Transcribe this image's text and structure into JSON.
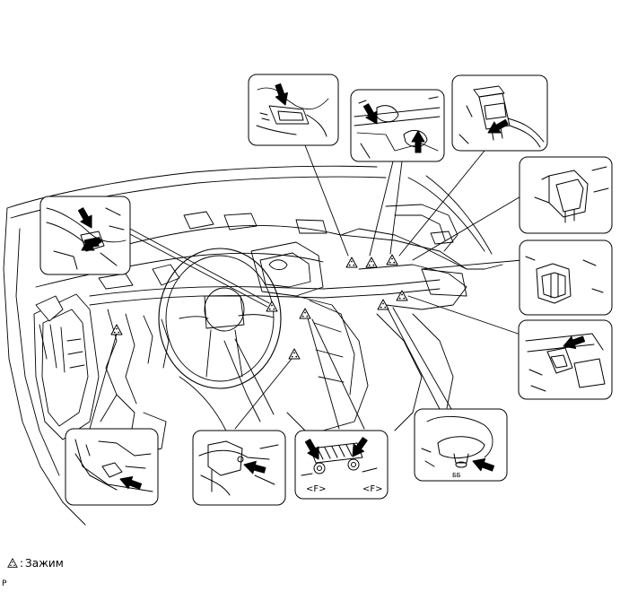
{
  "legend": {
    "symbol_icon": "clamp-triangle-icon",
    "separator": ":",
    "text": "Зажим"
  },
  "figure_code": "P",
  "callouts": {
    "front_mark_left": "<F>",
    "front_mark_right": "<F>"
  }
}
